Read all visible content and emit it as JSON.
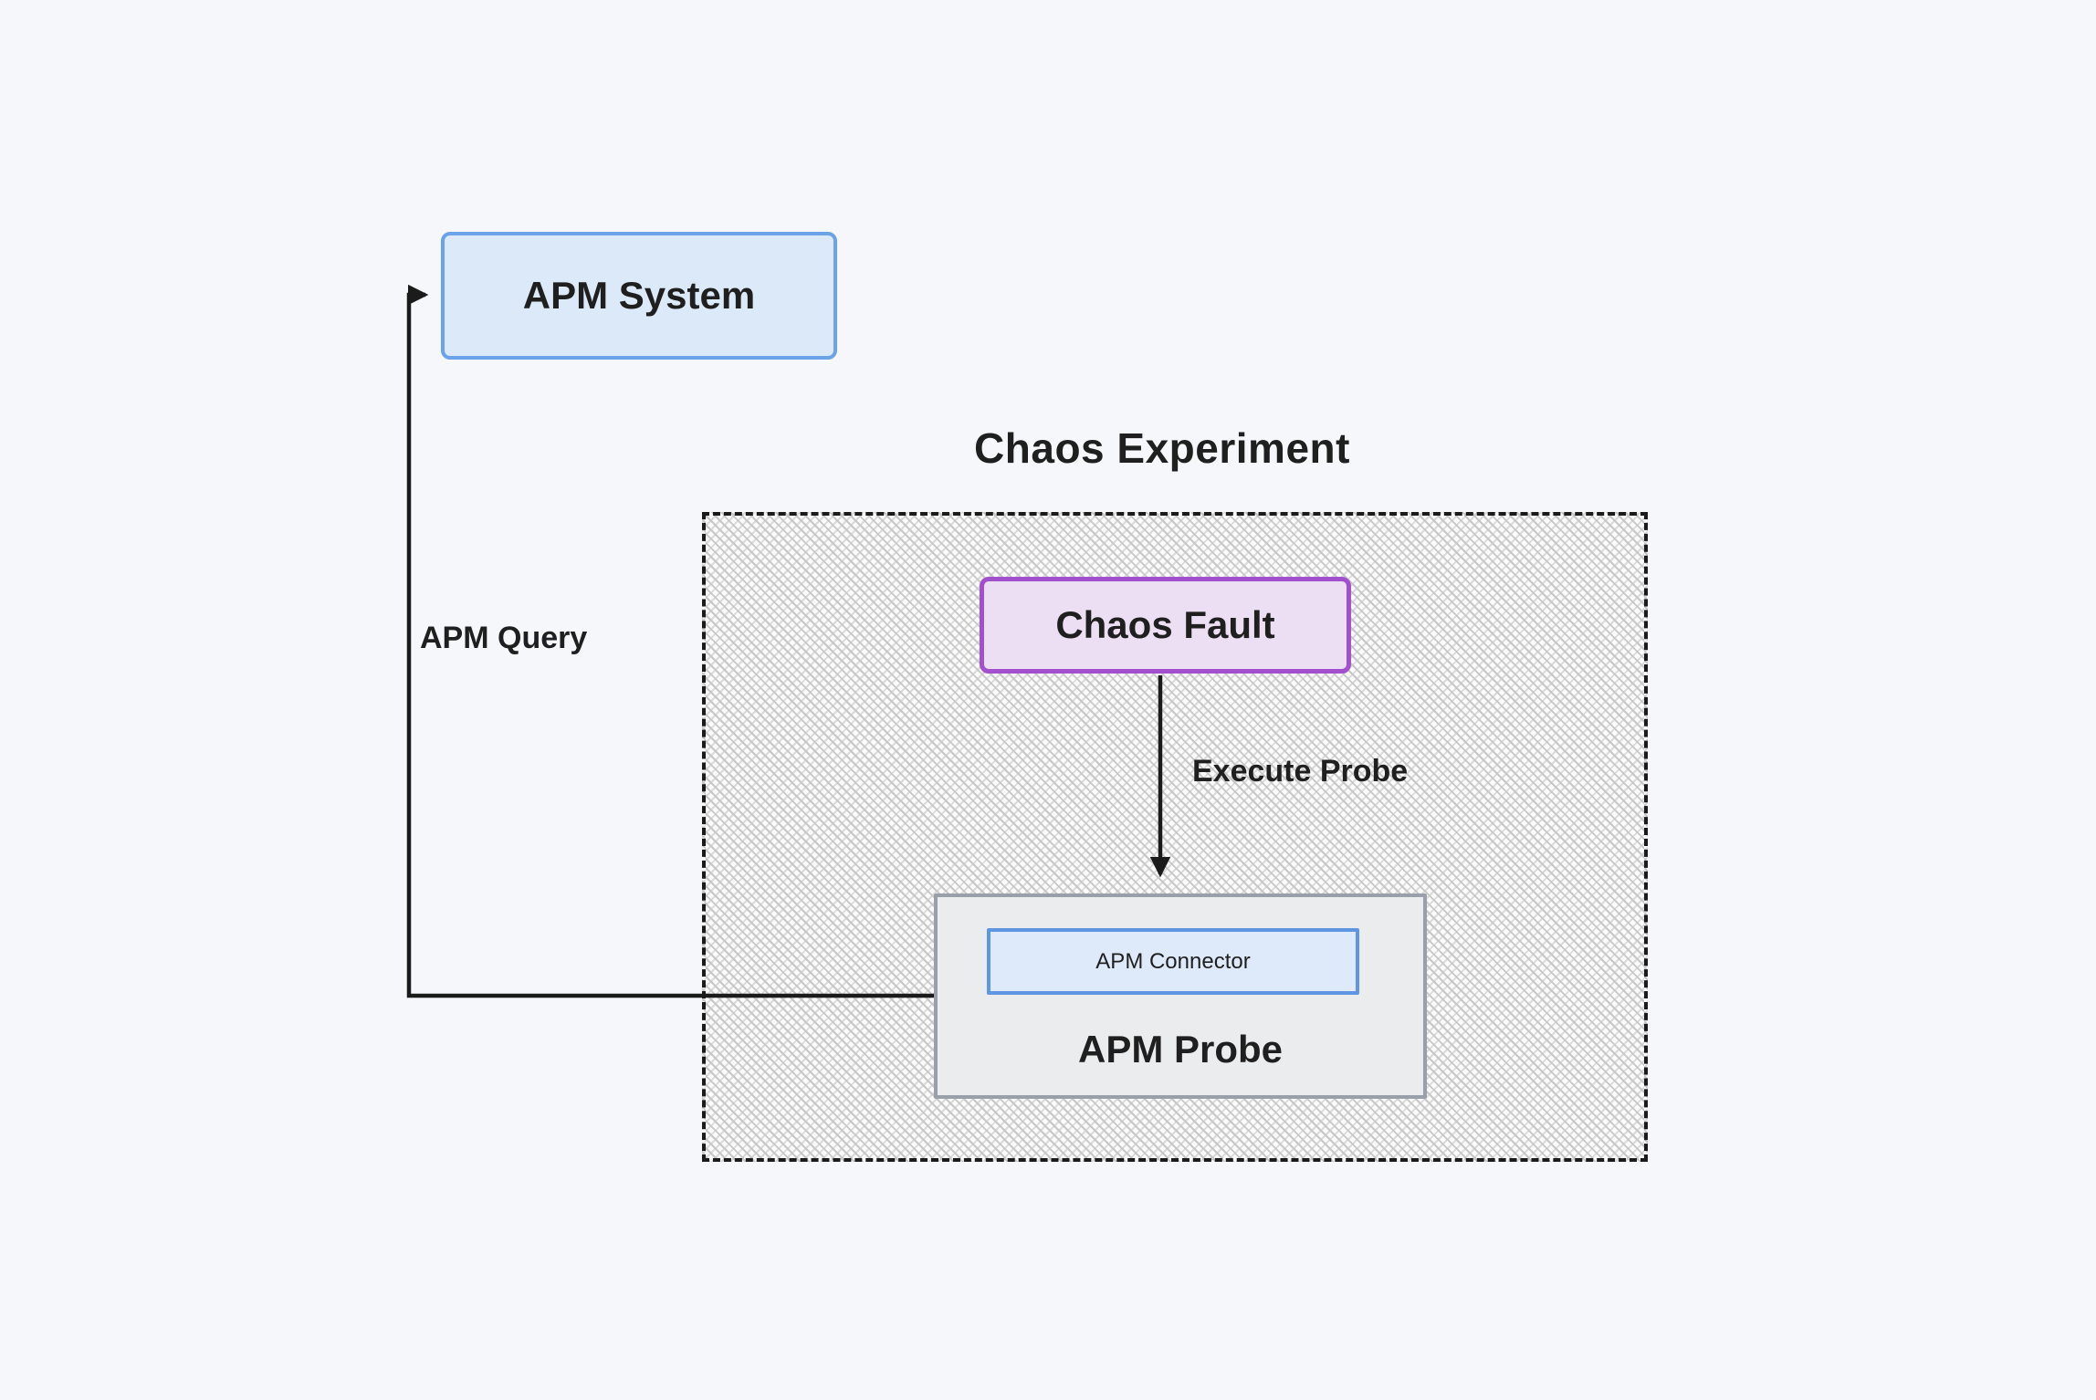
{
  "groups": {
    "chaos_experiment": {
      "title": "Chaos Experiment"
    }
  },
  "nodes": {
    "apm_system": {
      "label": "APM System"
    },
    "chaos_fault": {
      "label": "Chaos Fault"
    },
    "apm_probe": {
      "label": "APM Probe"
    },
    "apm_connector": {
      "label": "APM Connector"
    }
  },
  "edges": {
    "execute_probe": {
      "label": "Execute Probe"
    },
    "apm_query": {
      "label": "APM Query"
    }
  },
  "colors": {
    "page_bg": "#f5f7fa",
    "text_color": "#1f1f1f",
    "line_color": "#1b1b1b",
    "node_blue_border": "#6ba3e8",
    "node_blue_fill": "#dce9f8",
    "node_purple_border": "#a350ce",
    "node_purple_fill": "#ecdef3",
    "node_gray_border": "#9aa0aa",
    "node_gray_fill": "#ebecee",
    "connector_blue_border": "#5e96e2",
    "connector_blue_fill": "#deeafa"
  }
}
